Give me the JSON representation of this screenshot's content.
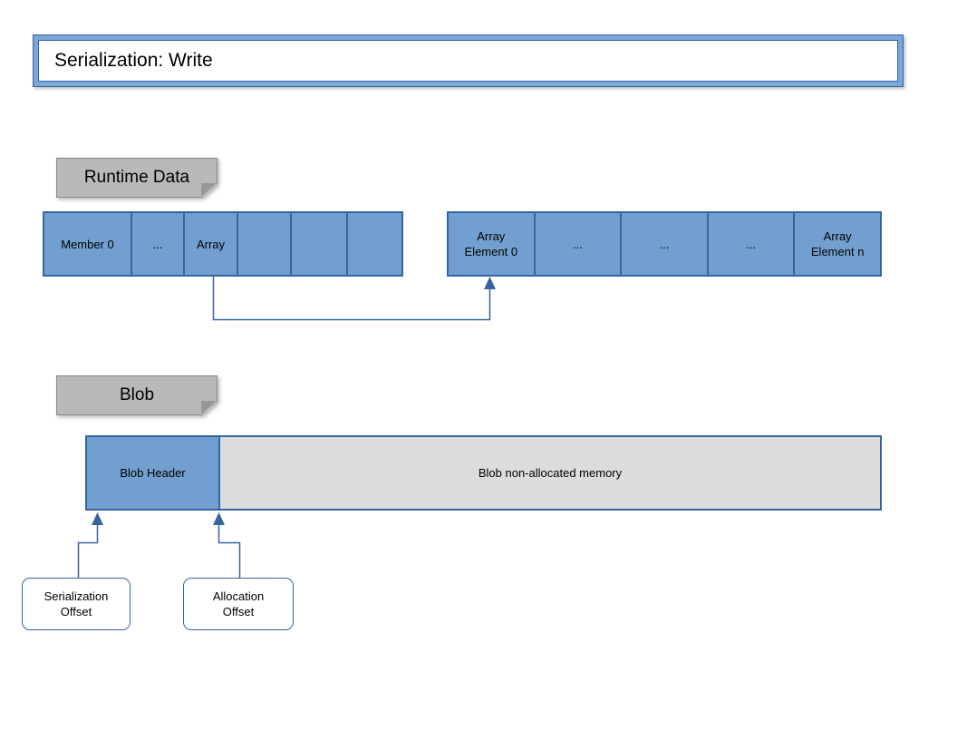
{
  "title_bar": {
    "text": "Serialization: Write"
  },
  "runtime": {
    "label": "Runtime Data",
    "struct_cells": [
      "Member 0",
      "...",
      "Array",
      "",
      "",
      ""
    ],
    "array_cells": [
      "Array\nElement 0",
      "...",
      "...",
      "...",
      "Array\nElement n"
    ]
  },
  "blob": {
    "label": "Blob",
    "header": "Blob Header",
    "memory": "Blob non-allocated memory",
    "callout_serialization": "Serialization\nOffset",
    "callout_allocation": "Allocation\nOffset"
  },
  "colors": {
    "cell_fill": "#729fcf",
    "cell_border": "#3465a4",
    "connector": "#36659e",
    "note_fill": "#b9b9b9",
    "memory_fill": "#dcdcdc",
    "frame_fill": "#7ca6d8"
  }
}
